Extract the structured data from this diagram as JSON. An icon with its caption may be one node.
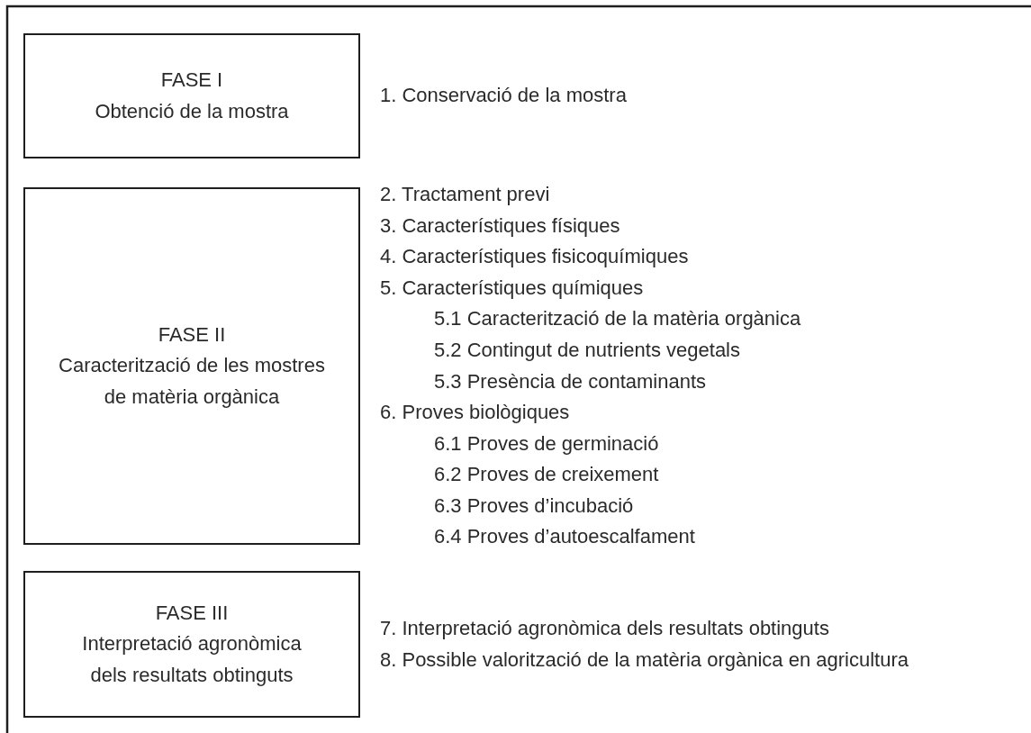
{
  "diagram": {
    "nodes": [
      {
        "text": [
          "FASE I",
          "Obtenció de la mostra"
        ],
        "beside": [
          "1. Conservació de la mostra"
        ]
      },
      {
        "text": [
          "FASE II",
          "Caracterització de les mostres de matèria orgànica"
        ],
        "beside": [
          "2. Tractament previ",
          "3. Característiques físiques",
          "4. Característiques fisicoquímiques",
          "5. Característiques químiques",
          "5.1 Caracterització de la matèria orgànica",
          "5.2 Contingut de nutrients vegetals",
          "5.3 Presència de contaminants",
          "6. Proves biològiques",
          "6.1 Proves de germinació",
          "6.2 Proves de creixement",
          "6.3 Proves d’incubació",
          "6.4 Proves d’autoescalfament"
        ]
      },
      {
        "text": [
          "FASE III",
          "Interpretació agronòmica dels resultats obtinguts"
        ],
        "beside": [
          "7. Interpretació agronòmica dels resultats obtinguts",
          "8. Possible valorització de la matèria orgànica en agricultura"
        ]
      }
    ]
  }
}
